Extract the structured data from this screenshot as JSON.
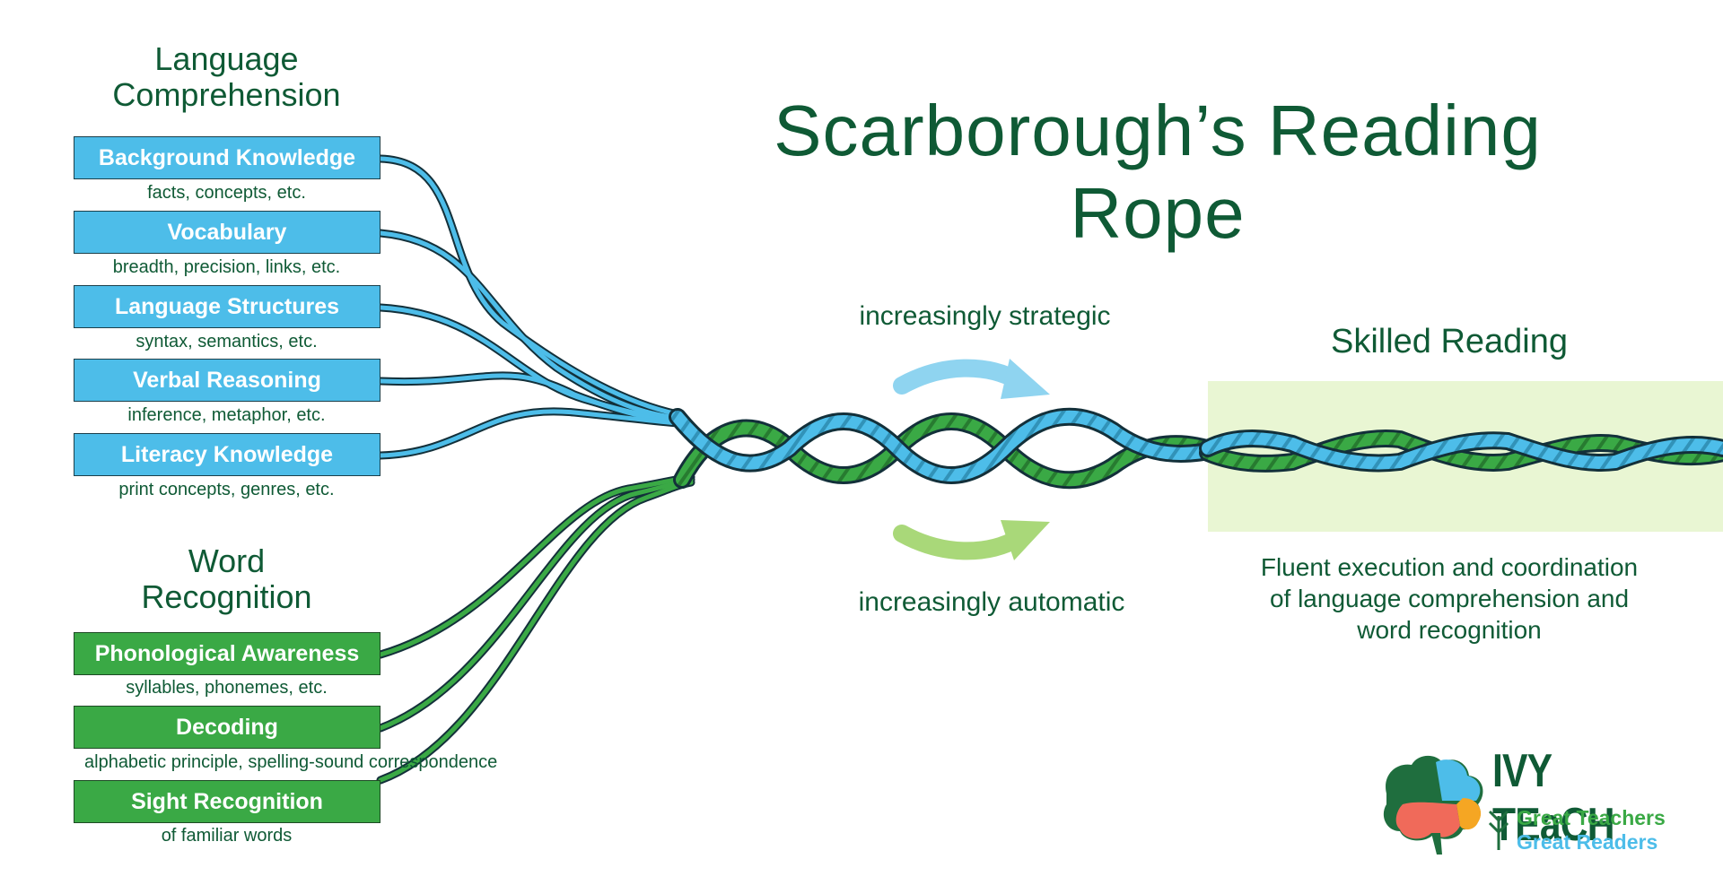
{
  "title": "Scarborough’s Reading Rope",
  "language_comprehension": {
    "heading_line1": "Language",
    "heading_line2": "Comprehension",
    "strands": [
      {
        "label": "Background Knowledge",
        "sub": "facts, concepts, etc."
      },
      {
        "label": "Vocabulary",
        "sub": "breadth, precision, links, etc."
      },
      {
        "label": "Language Structures",
        "sub": "syntax, semantics, etc."
      },
      {
        "label": "Verbal Reasoning",
        "sub": "inference, metaphor, etc."
      },
      {
        "label": "Literacy Knowledge",
        "sub": "print concepts, genres, etc."
      }
    ]
  },
  "word_recognition": {
    "heading_line1": "Word",
    "heading_line2": "Recognition",
    "strands": [
      {
        "label": "Phonological Awareness",
        "sub": "syllables, phonemes, etc."
      },
      {
        "label": "Decoding",
        "sub": "alphabetic principle, spelling-sound correspondence"
      },
      {
        "label": "Sight Recognition",
        "sub": "of familiar words"
      }
    ]
  },
  "arrows": {
    "top_label": "increasingly strategic",
    "bottom_label": "increasingly automatic"
  },
  "skilled_reading": {
    "title": "Skilled Reading",
    "desc_line1": "Fluent execution and coordination",
    "desc_line2": "of language comprehension and",
    "desc_line3": "word recognition"
  },
  "logo": {
    "name": "IVY TEaCH",
    "tagline1": "Great Teachers",
    "tagline2": "Great Readers"
  },
  "colors": {
    "blue": "#4dbde9",
    "green": "#3aa945",
    "dark_green": "#0f5a35",
    "light_blue_arrow": "#8fd4f0",
    "light_green_arrow": "#a9d879",
    "skilled_bg": "#e9f6d3"
  }
}
